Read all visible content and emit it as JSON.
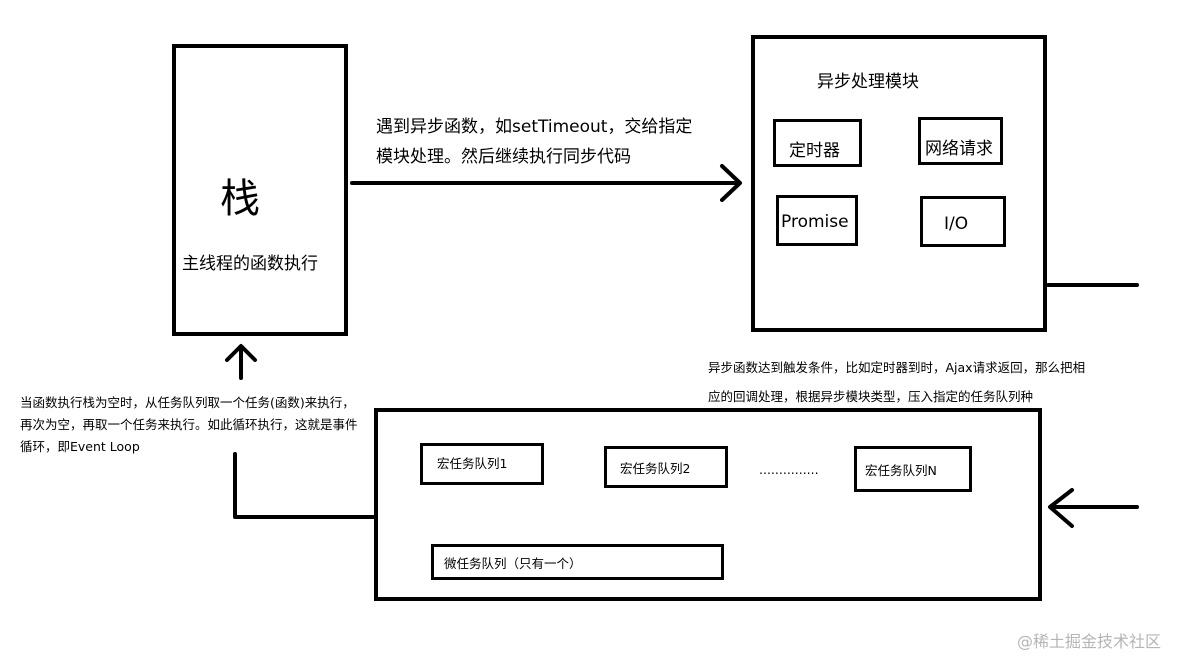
{
  "stack": {
    "title": "栈",
    "subtitle": "主线程的函数执行"
  },
  "async_arrow_label": {
    "line1": "遇到异步函数，如setTimeout，交给指定",
    "line2": "模块处理。然后继续执行同步代码"
  },
  "async_module": {
    "title": "异步处理模块",
    "items": [
      "定时器",
      "网络请求",
      "Promise",
      "I/O"
    ]
  },
  "trigger_note": {
    "line1": "异步函数达到触发条件，比如定时器到时，Ajax请求返回，那么把相",
    "line2": "应的回调处理，根据异步模块类型，压入指定的任务队列种"
  },
  "loop_note": {
    "line1": "当函数执行栈为空时，从任务队列取一个任务(函数)来执行，",
    "line2": "再次为空，再取一个任务来执行。如此循环执行，这就是事件",
    "line3": "循环，即Event Loop"
  },
  "task_queues": {
    "macro": [
      "宏任务队列1",
      "宏任务队列2",
      "宏任务队列N"
    ],
    "ellipsis": "...............",
    "micro": "微任务队列（只有一个）"
  },
  "watermark": "@稀土掘金技术社区"
}
